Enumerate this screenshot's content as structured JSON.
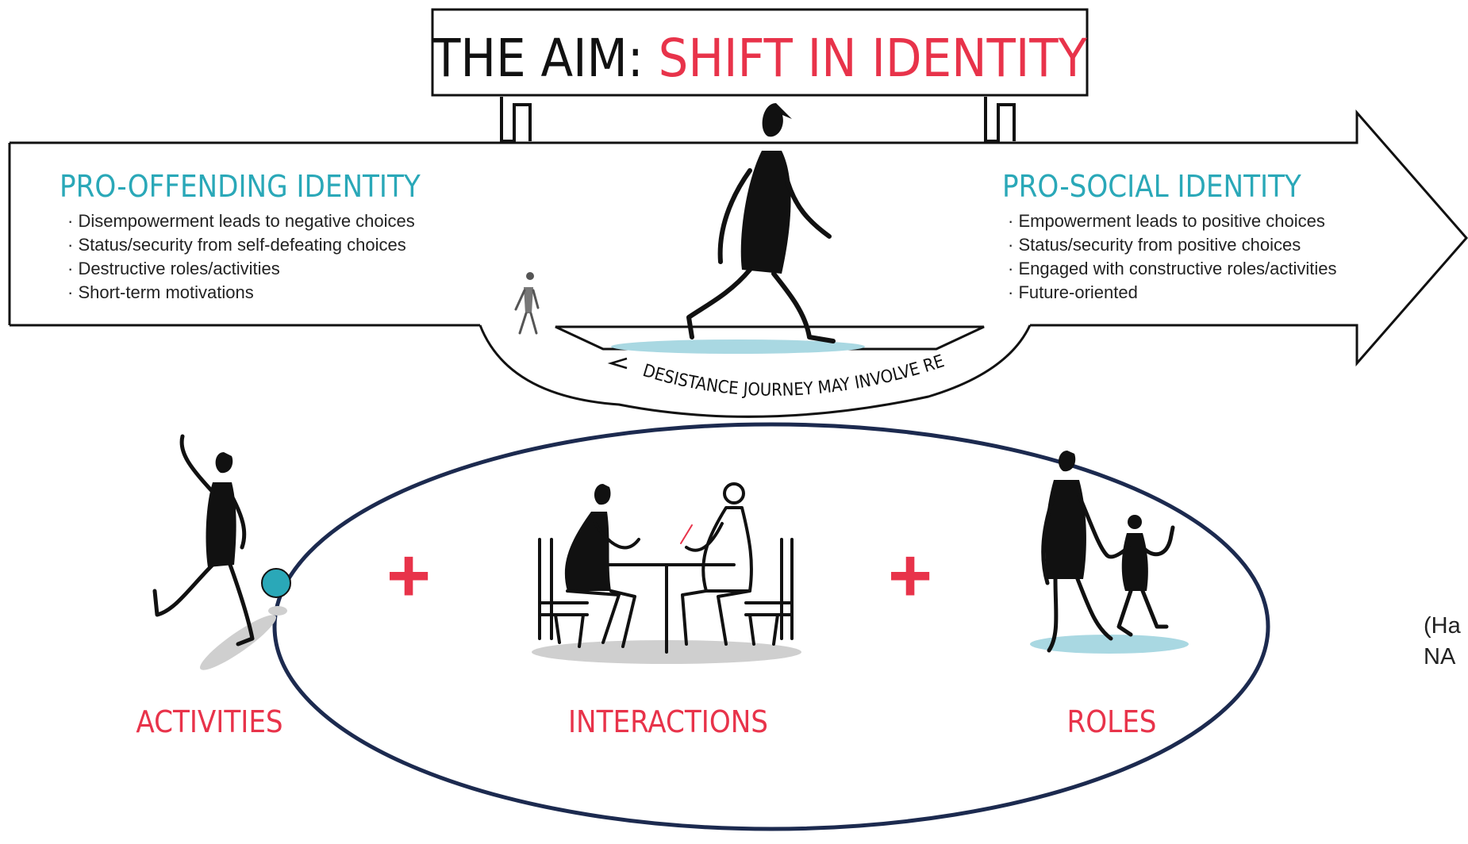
{
  "title": {
    "prefix": "THE AIM:",
    "highlight": "SHIFT IN IDENTITY"
  },
  "pro_offending": {
    "heading": "PRO-OFFENDING IDENTITY",
    "items": [
      "· Disempowerment leads to negative choices",
      "· Status/security from self-defeating choices",
      "· Destructive roles/activities",
      "· Short-term motivations"
    ]
  },
  "pro_social": {
    "heading": "PRO-SOCIAL IDENTITY",
    "items": [
      "· Empowerment leads to positive choices",
      "· Status/security from positive choices",
      "· Engaged with constructive roles/activities",
      "· Future-oriented"
    ]
  },
  "journey_note": "DESISTANCE JOURNEY MAY INVOLVE RELAPSE",
  "labels": {
    "activities": "ACTIVITIES",
    "interactions": "INTERACTIONS",
    "roles": "ROLES"
  },
  "plus_sign": "+",
  "citation": {
    "line1": "(Ha",
    "line2": "NA"
  },
  "colors": {
    "accent_red": "#e8334a",
    "accent_teal": "#2aa8b8",
    "ink": "#111111",
    "ellipse": "#1c2a4f",
    "shadow_teal": "#a9d8e2",
    "shadow_grey": "#cfcfcf"
  }
}
